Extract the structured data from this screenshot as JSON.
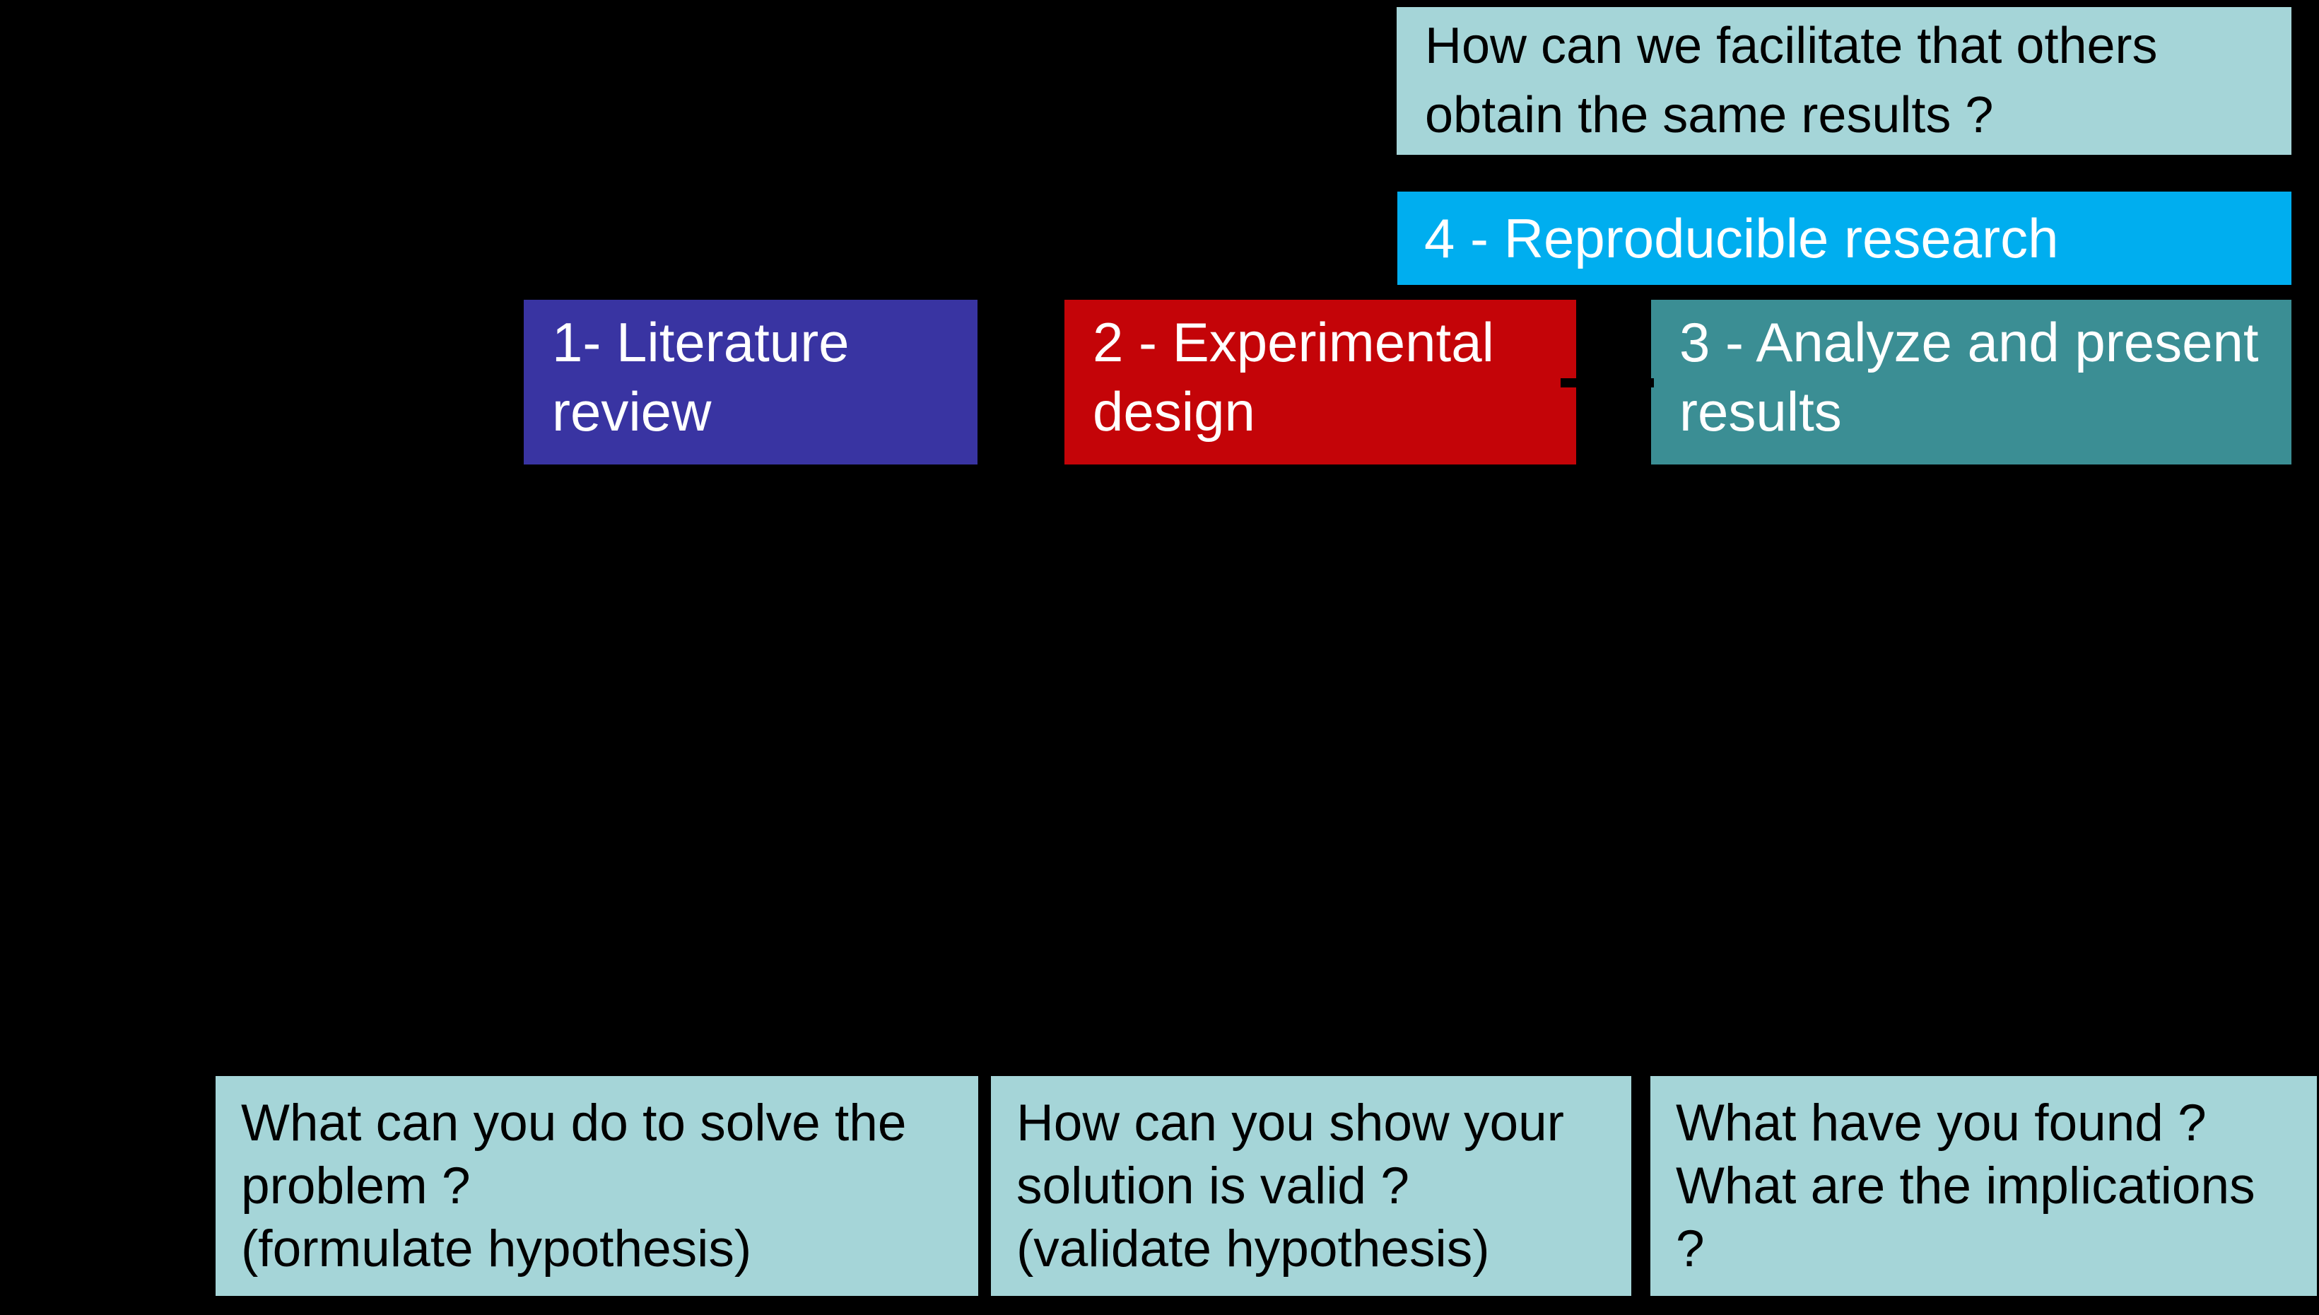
{
  "background": "#000000",
  "palette": {
    "light_blue": "#a5d5d8",
    "cyan": "#00aeef",
    "indigo": "#3934a2",
    "red": "#c40408",
    "teal": "#3b8e94",
    "text_light": "#ffffff",
    "text_dark": "#000000"
  },
  "top_question": {
    "text": "How can we facilitate that others obtain the same results ?"
  },
  "steps": [
    {
      "label": "1- Literature review"
    },
    {
      "label": "2 - Experimental design"
    },
    {
      "label": "3 - Analyze and present results"
    },
    {
      "label": "4 - Reproducible research"
    }
  ],
  "bottom_questions": [
    {
      "lines": [
        "What can you do to solve the problem ?",
        "(formulate hypothesis)"
      ]
    },
    {
      "lines": [
        "How can you show your solution is valid ?",
        "(validate hypothesis)"
      ]
    },
    {
      "lines": [
        "What have you found ?",
        "What are the implications ?"
      ]
    }
  ]
}
